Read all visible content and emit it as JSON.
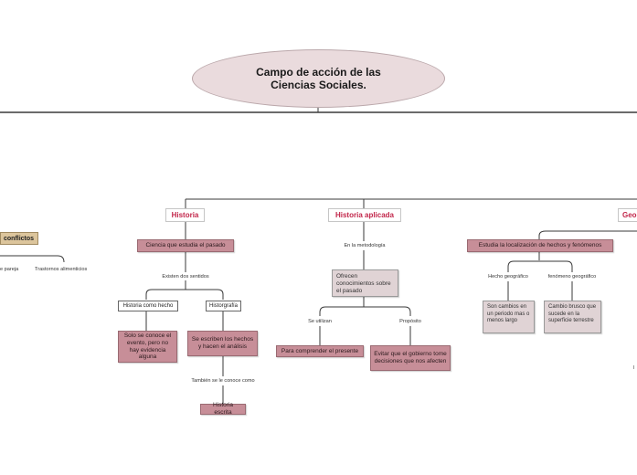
{
  "root": {
    "title": "Campo de acción de las Ciencias Sociales."
  },
  "left_fragment": {
    "topic": "conflictos",
    "child_a": "e pareja",
    "child_b": "Trastornos alimenticios"
  },
  "historia": {
    "title": "Historia",
    "definition": "Ciencia que estudia el pasado",
    "link": "Existen dos sentidos",
    "sense_a": "Historia como hecho",
    "sense_b": "Historgrafía",
    "sense_a_detail": "Solo se conoce el evento, pero no hay evidencia alguna",
    "sense_b_detail": "Se escriben los hechos y hacen el análisis",
    "link2": "También se le conoce como",
    "alias": "Historia escrita"
  },
  "historia_aplicada": {
    "title": "Historia aplicada",
    "link": "En la metodología",
    "offer": "Ofrecen conocimientos sobre el pasado",
    "branch_a": "Se utilizan",
    "branch_b": "Propósito",
    "use": "Para comprender el presente",
    "purpose": "Evitar que el gobierno tome decisiones que nos afecten"
  },
  "geografia": {
    "title_partial": "Geo",
    "definition": "Estudia la localización de hechos y fenómenos",
    "fact_label": "Hecho geográfico",
    "phen_label": "fenómeno geográfico",
    "fact_detail": "Son cambios en un periodo mas o menos largo",
    "phen_detail": "Cambio brusco que sucede en la superficie terrestre"
  },
  "right_edge_fragment": "l"
}
